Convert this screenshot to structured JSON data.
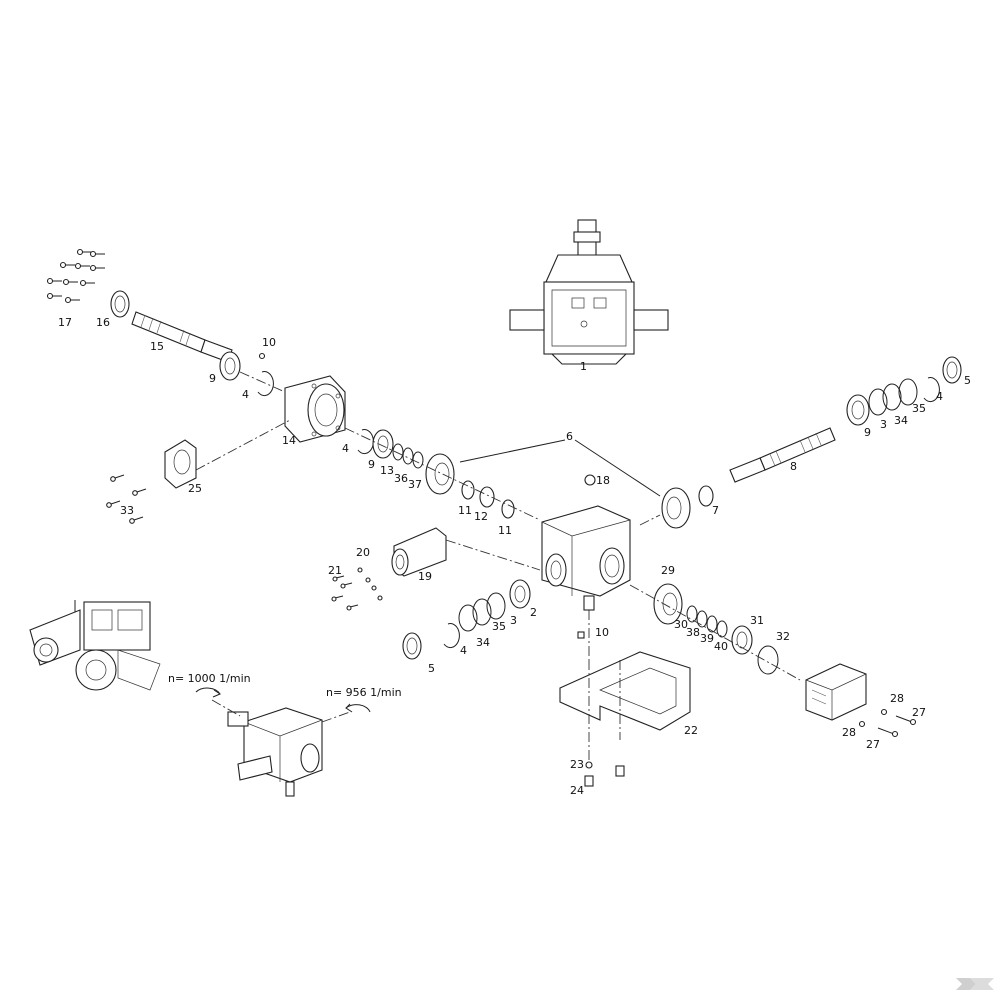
{
  "parts": [
    "1",
    "2",
    "3",
    "4",
    "5",
    "6",
    "7",
    "8",
    "9",
    "10",
    "11",
    "12",
    "13",
    "14",
    "15",
    "16",
    "17",
    "18",
    "19",
    "20",
    "21",
    "22",
    "23",
    "24",
    "25",
    "27",
    "28",
    "29",
    "30",
    "31",
    "32",
    "33",
    "34",
    "35",
    "36",
    "37",
    "38",
    "39",
    "40"
  ],
  "labels": {
    "l17": "17",
    "l16": "16",
    "l15": "15",
    "l9a": "9",
    "l4a": "4",
    "l10a": "10",
    "l14": "14",
    "l25": "25",
    "l33": "33",
    "l4b": "4",
    "l9b": "9",
    "l13": "13",
    "l36": "36",
    "l37": "37",
    "l11a": "11",
    "l12": "12",
    "l11b": "11",
    "l6": "6",
    "l1": "1",
    "l5a": "5",
    "l4c": "4",
    "l35a": "35",
    "l34a": "34",
    "l3a": "3",
    "l9c": "9",
    "l8": "8",
    "l7": "7",
    "l18": "18",
    "l20": "20",
    "l21": "21",
    "l19": "19",
    "l2": "2",
    "l35b": "35",
    "l3b": "3",
    "l34b": "34",
    "l4d": "4",
    "l5b": "5",
    "l10b": "10",
    "l29": "29",
    "l30": "30",
    "l38": "38",
    "l39": "39",
    "l40": "40",
    "l31": "31",
    "l32": "32",
    "l28a": "28",
    "l27a": "27",
    "l28b": "28",
    "l27b": "27",
    "l22": "22",
    "l23": "23",
    "l24": "24"
  },
  "speeds": {
    "input": "n= 1000 1/min",
    "output": "n= 956 1/min"
  },
  "icons": [
    "tractor-icon",
    "brand-logo-icon"
  ]
}
